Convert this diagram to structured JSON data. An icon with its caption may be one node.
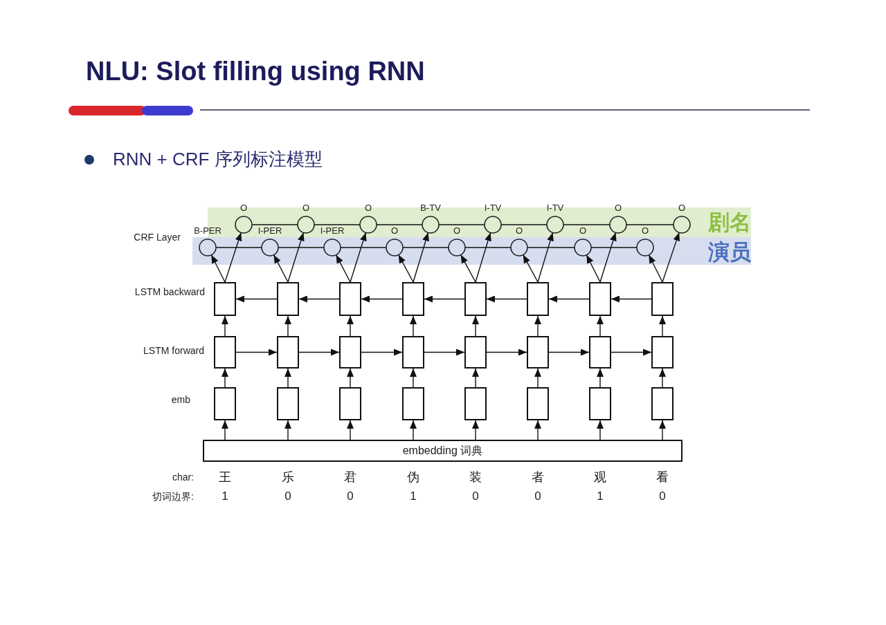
{
  "diagram": {
    "title": "NLU: Slot filling using RNN",
    "nodes": [
      {
        "text": [
          "O"
        ]
      },
      {
        "text": [
          "O"
        ]
      },
      {
        "text": [
          "O"
        ]
      },
      {
        "text": [
          "B-TV"
        ]
      },
      {
        "text": [
          "I-TV"
        ]
      },
      {
        "text": [
          "I-TV"
        ]
      },
      {
        "text": [
          "O"
        ]
      },
      {
        "text": [
          "O"
        ]
      },
      {
        "text": [
          "B-PER"
        ]
      },
      {
        "text": [
          "I-PER"
        ]
      },
      {
        "text": [
          "I-PER"
        ]
      },
      {
        "text": [
          "O"
        ]
      },
      {
        "text": [
          "O"
        ]
      },
      {
        "text": [
          "O"
        ]
      },
      {
        "text": [
          "O"
        ]
      },
      {
        "text": [
          "O"
        ]
      },
      {
        "text": [],
        "shape": "box"
      },
      {
        "text": [],
        "shape": "box"
      },
      {
        "text": [],
        "shape": "box"
      },
      {
        "text": [],
        "shape": "box"
      },
      {
        "text": [],
        "shape": "box"
      },
      {
        "text": [],
        "shape": "box"
      },
      {
        "text": [],
        "shape": "box"
      },
      {
        "text": [],
        "shape": "box"
      },
      {
        "text": [],
        "shape": "box"
      },
      {
        "text": [],
        "shape": "box"
      },
      {
        "text": [],
        "shape": "box"
      },
      {
        "text": [],
        "shape": "box"
      },
      {
        "text": [],
        "shape": "box"
      },
      {
        "text": [],
        "shape": "box"
      },
      {
        "text": [],
        "shape": "box"
      },
      {
        "text": [],
        "shape": "box"
      },
      {
        "text": [],
        "shape": "box"
      },
      {
        "text": [],
        "shape": "box"
      },
      {
        "text": [],
        "shape": "box"
      },
      {
        "text": [],
        "shape": "box"
      },
      {
        "text": [],
        "shape": "box"
      },
      {
        "text": [],
        "shape": "box"
      },
      {
        "text": [],
        "shape": "box"
      },
      {
        "text": [],
        "shape": "box"
      },
      {
        "text": [
          "embedding 词典"
        ]
      }
    ],
    "edges": [
      {
        "from": 0,
        "to": 1,
        "arrow": "none"
      },
      {
        "from": 1,
        "to": 2,
        "arrow": "none"
      },
      {
        "from": 2,
        "to": 3,
        "arrow": "none"
      },
      {
        "from": 3,
        "to": 4,
        "arrow": "none"
      },
      {
        "from": 4,
        "to": 5,
        "arrow": "none"
      },
      {
        "from": 5,
        "to": 6,
        "arrow": "none"
      },
      {
        "from": 6,
        "to": 7,
        "arrow": "none"
      },
      {
        "from": 8,
        "to": 9,
        "arrow": "none"
      },
      {
        "from": 9,
        "to": 10,
        "arrow": "none"
      },
      {
        "from": 10,
        "to": 11,
        "arrow": "none"
      },
      {
        "from": 11,
        "to": 12,
        "arrow": "none"
      },
      {
        "from": 12,
        "to": 13,
        "arrow": "none"
      },
      {
        "from": 13,
        "to": 14,
        "arrow": "none"
      },
      {
        "from": 14,
        "to": 15,
        "arrow": "none"
      },
      {
        "from": 16,
        "to": 8,
        "arrow": "to"
      },
      {
        "from": 16,
        "to": 0,
        "arrow": "to"
      },
      {
        "from": 17,
        "to": 9,
        "arrow": "to"
      },
      {
        "from": 17,
        "to": 1,
        "arrow": "to"
      },
      {
        "from": 18,
        "to": 10,
        "arrow": "to"
      },
      {
        "from": 18,
        "to": 2,
        "arrow": "to"
      },
      {
        "from": 19,
        "to": 11,
        "arrow": "to"
      },
      {
        "from": 19,
        "to": 3,
        "arrow": "to"
      },
      {
        "from": 20,
        "to": 12,
        "arrow": "to"
      },
      {
        "from": 20,
        "to": 4,
        "arrow": "to"
      },
      {
        "from": 21,
        "to": 13,
        "arrow": "to"
      },
      {
        "from": 21,
        "to": 5,
        "arrow": "to"
      },
      {
        "from": 22,
        "to": 14,
        "arrow": "to"
      },
      {
        "from": 22,
        "to": 6,
        "arrow": "to"
      },
      {
        "from": 23,
        "to": 15,
        "arrow": "to"
      },
      {
        "from": 23,
        "to": 7,
        "arrow": "to"
      },
      {
        "from": 17,
        "to": 16,
        "arrow": "to"
      },
      {
        "from": 18,
        "to": 17,
        "arrow": "to"
      },
      {
        "from": 19,
        "to": 18,
        "arrow": "to"
      },
      {
        "from": 20,
        "to": 19,
        "arrow": "to"
      },
      {
        "from": 21,
        "to": 20,
        "arrow": "to"
      },
      {
        "from": 22,
        "to": 21,
        "arrow": "to"
      },
      {
        "from": 23,
        "to": 22,
        "arrow": "to"
      },
      {
        "from": 24,
        "to": 16,
        "arrow": "to"
      },
      {
        "from": 25,
        "to": 17,
        "arrow": "to"
      },
      {
        "from": 26,
        "to": 18,
        "arrow": "to"
      },
      {
        "from": 27,
        "to": 19,
        "arrow": "to"
      },
      {
        "from": 28,
        "to": 20,
        "arrow": "to"
      },
      {
        "from": 29,
        "to": 21,
        "arrow": "to"
      },
      {
        "from": 30,
        "to": 22,
        "arrow": "to"
      },
      {
        "from": 31,
        "to": 23,
        "arrow": "to"
      },
      {
        "from": 24,
        "to": 25,
        "arrow": "to"
      },
      {
        "from": 25,
        "to": 26,
        "arrow": "to"
      },
      {
        "from": 26,
        "to": 27,
        "arrow": "to"
      },
      {
        "from": 27,
        "to": 28,
        "arrow": "to"
      },
      {
        "from": 28,
        "to": 29,
        "arrow": "to"
      },
      {
        "from": 29,
        "to": 30,
        "arrow": "to"
      },
      {
        "from": 30,
        "to": 31,
        "arrow": "to"
      },
      {
        "from": 32,
        "to": 24,
        "arrow": "to"
      },
      {
        "from": 33,
        "to": 25,
        "arrow": "to"
      },
      {
        "from": 34,
        "to": 26,
        "arrow": "to"
      },
      {
        "from": 35,
        "to": 27,
        "arrow": "to"
      },
      {
        "from": 36,
        "to": 28,
        "arrow": "to"
      },
      {
        "from": 37,
        "to": 29,
        "arrow": "to"
      },
      {
        "from": 38,
        "to": 30,
        "arrow": "to"
      },
      {
        "from": 39,
        "to": 31,
        "arrow": "to"
      },
      {
        "from": 40,
        "to": 32,
        "arrow": "to"
      },
      {
        "from": 40,
        "to": 33,
        "arrow": "to"
      },
      {
        "from": 40,
        "to": 34,
        "arrow": "to"
      },
      {
        "from": 40,
        "to": 35,
        "arrow": "to"
      },
      {
        "from": 40,
        "to": 36,
        "arrow": "to"
      },
      {
        "from": 40,
        "to": 37,
        "arrow": "to"
      },
      {
        "from": 40,
        "to": 38,
        "arrow": "to"
      },
      {
        "from": 40,
        "to": 39,
        "arrow": "to"
      }
    ],
    "labels": [
      "RNN + CRF 序列标注模型",
      "剧名",
      "CRF Layer",
      "演员",
      "LSTM backward",
      "LSTM forward",
      "emb",
      "char:",
      "王",
      "乐",
      "君",
      "伪",
      "装",
      "者",
      "观",
      "看",
      "切词边界:",
      "1",
      "0",
      "0",
      "1",
      "0",
      "0",
      "1",
      "0"
    ]
  }
}
